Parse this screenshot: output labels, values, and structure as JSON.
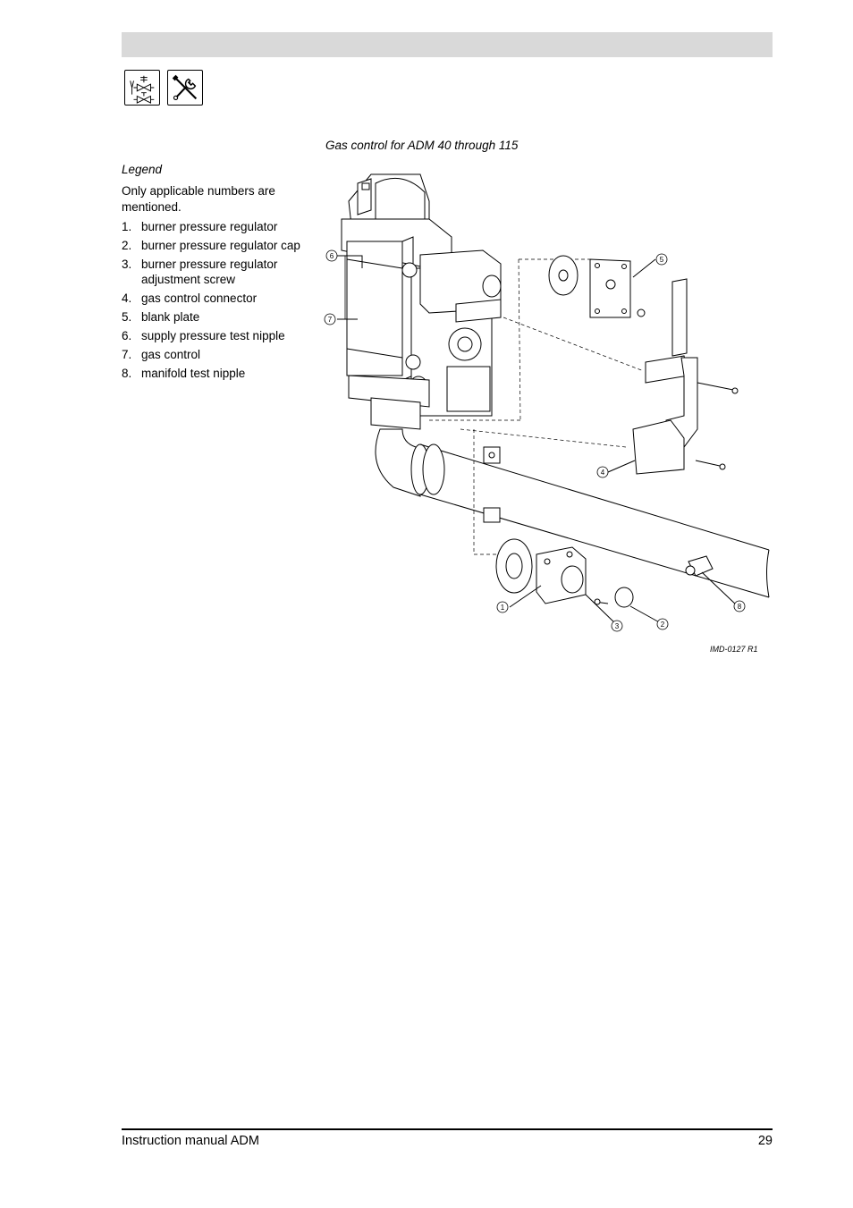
{
  "header": {
    "bar_color": "#d9d9d9"
  },
  "icons": [
    {
      "name": "gas-valve-icon"
    },
    {
      "name": "service-tools-icon"
    }
  ],
  "figure": {
    "caption": "Gas control for ADM 40 through 115",
    "reference": "IMD-0127 R1",
    "callouts": [
      "1",
      "2",
      "3",
      "4",
      "5",
      "6",
      "7",
      "8"
    ]
  },
  "legend": {
    "title": "Legend",
    "intro": "Only applicable numbers are mentioned.",
    "items": [
      {
        "num": "1.",
        "text": "burner pressure regulator"
      },
      {
        "num": "2.",
        "text": "burner pressure regulator cap"
      },
      {
        "num": "3.",
        "text": "burner pressure regulator adjustment screw"
      },
      {
        "num": "4.",
        "text": "gas control connector"
      },
      {
        "num": "5.",
        "text": "blank plate"
      },
      {
        "num": "6.",
        "text": "supply pressure test nipple"
      },
      {
        "num": "7.",
        "text": "gas control"
      },
      {
        "num": "8.",
        "text": "manifold test nipple"
      }
    ]
  },
  "footer": {
    "title": "Instruction manual ADM",
    "page": "29"
  }
}
